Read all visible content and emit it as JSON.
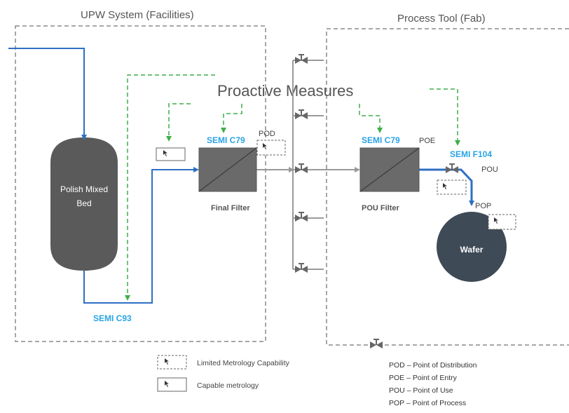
{
  "diagram": {
    "upw_system_title": "UPW System (Facilities)",
    "process_tool_title": "Process Tool (Fab)",
    "headline": "Proactive Measures",
    "polish_bed_line1": "Polish Mixed",
    "polish_bed_line2": "Bed",
    "semi_c93": "SEMI C93",
    "semi_c79_final": "SEMI C79",
    "semi_c79_pou": "SEMI C79",
    "semi_f104": "SEMI F104",
    "pod_label": "POD",
    "poe_label": "POE",
    "pou_label": "POU",
    "pop_label": "POP",
    "final_filter_label": "Final Filter",
    "pou_filter_label": "POU Filter",
    "wafer_label": "Wafer",
    "colors": {
      "flow_line": "#2e6fc4",
      "proactive_arrow": "#3fae49",
      "semi_text": "#29a3e6",
      "vessel": "#5a5a5a",
      "filter": "#6a6a6a",
      "wafer": "#3e4a56",
      "boundary": "#8a8a8a",
      "distribution_pipe": "#9a9a9a"
    }
  },
  "legend": {
    "limited": "Limited Metrology Capability",
    "capable": "Capable metrology"
  },
  "abbreviations": [
    "POD – Point of Distribution",
    "POE – Point of Entry",
    "POU – Point of Use",
    "POP – Point of Process"
  ]
}
